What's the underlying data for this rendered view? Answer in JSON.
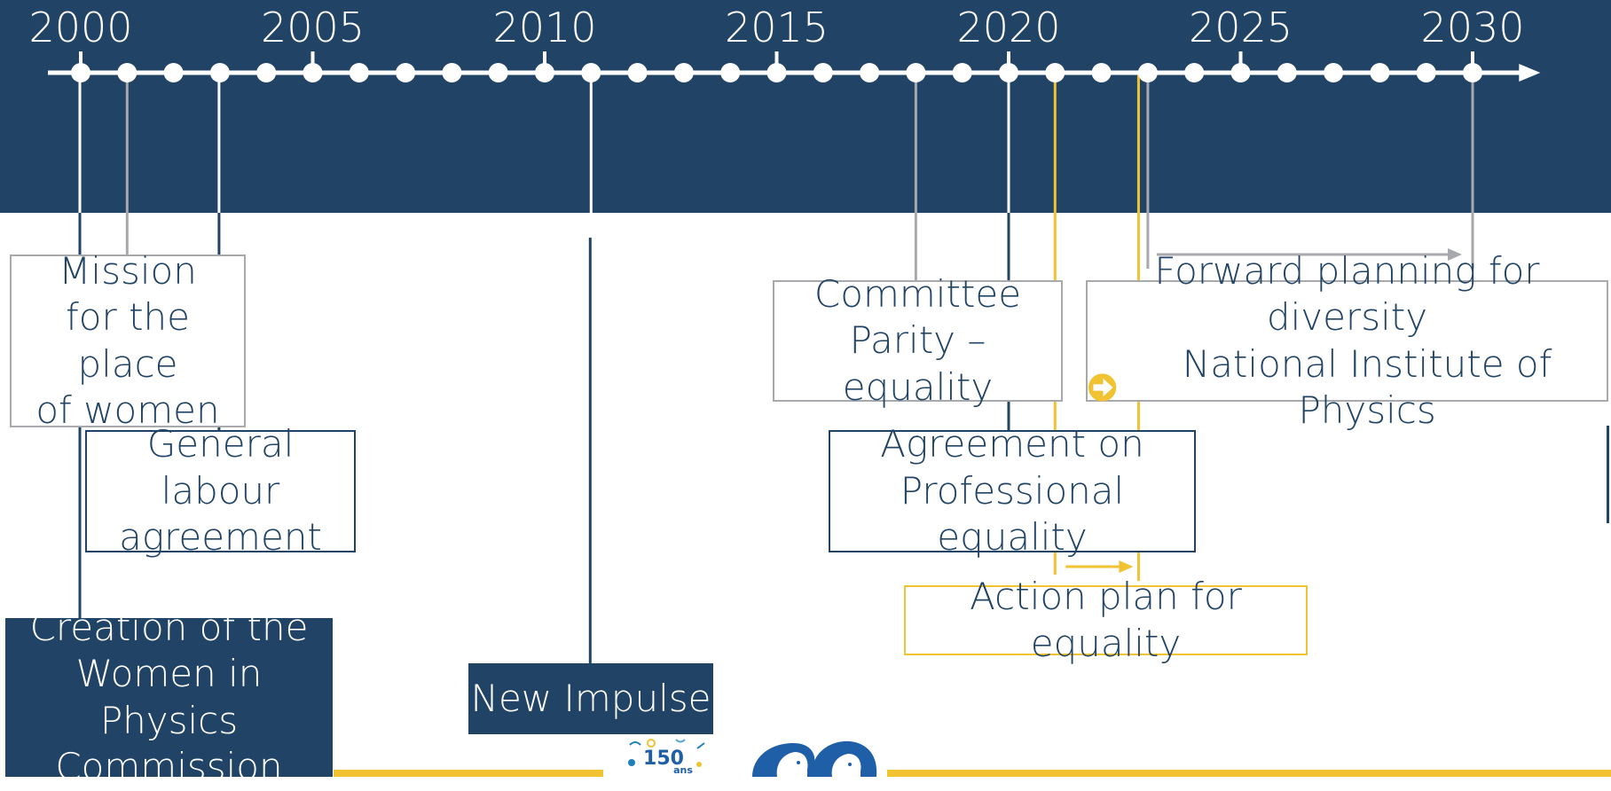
{
  "colors": {
    "navy": "#214466",
    "grey": "#a7a9ad",
    "yellow": "#f1c232",
    "white": "#ffffff"
  },
  "timeline": {
    "start_year": 2000,
    "end_year": 2031,
    "year_labels": [
      "2000",
      "2005",
      "2010",
      "2015",
      "2020",
      "2025",
      "2030"
    ]
  },
  "events": [
    {
      "id": "mission",
      "year": 2001,
      "style": "grey",
      "text": "Mission\nfor the place\nof women"
    },
    {
      "id": "creation",
      "year": 2000,
      "style": "navy-fill",
      "text": "Creation of the\nWomen in Physics\nCommission"
    },
    {
      "id": "labour",
      "year": 2003,
      "style": "navy-outline",
      "text": "General labour\nagreement"
    },
    {
      "id": "impulse",
      "year": 2011,
      "style": "navy-fill",
      "text": "New Impulse"
    },
    {
      "id": "committee",
      "year": 2018,
      "style": "grey",
      "text": "Committee\nParity – equality"
    },
    {
      "id": "agreement",
      "year": 2020,
      "style": "navy-outline",
      "text": "Agreement on\nProfessional equality"
    },
    {
      "id": "action",
      "year": 2021,
      "year_end": 2023,
      "style": "yellow",
      "text": "Action plan for equality"
    },
    {
      "id": "forward",
      "year": 2023,
      "year_end": 2030,
      "style": "grey",
      "text": "Forward planning for diversity",
      "text2": "National Institute of Physics"
    }
  ],
  "logos": {
    "anniversary_text": "150",
    "anniversary_sub": "ans"
  }
}
